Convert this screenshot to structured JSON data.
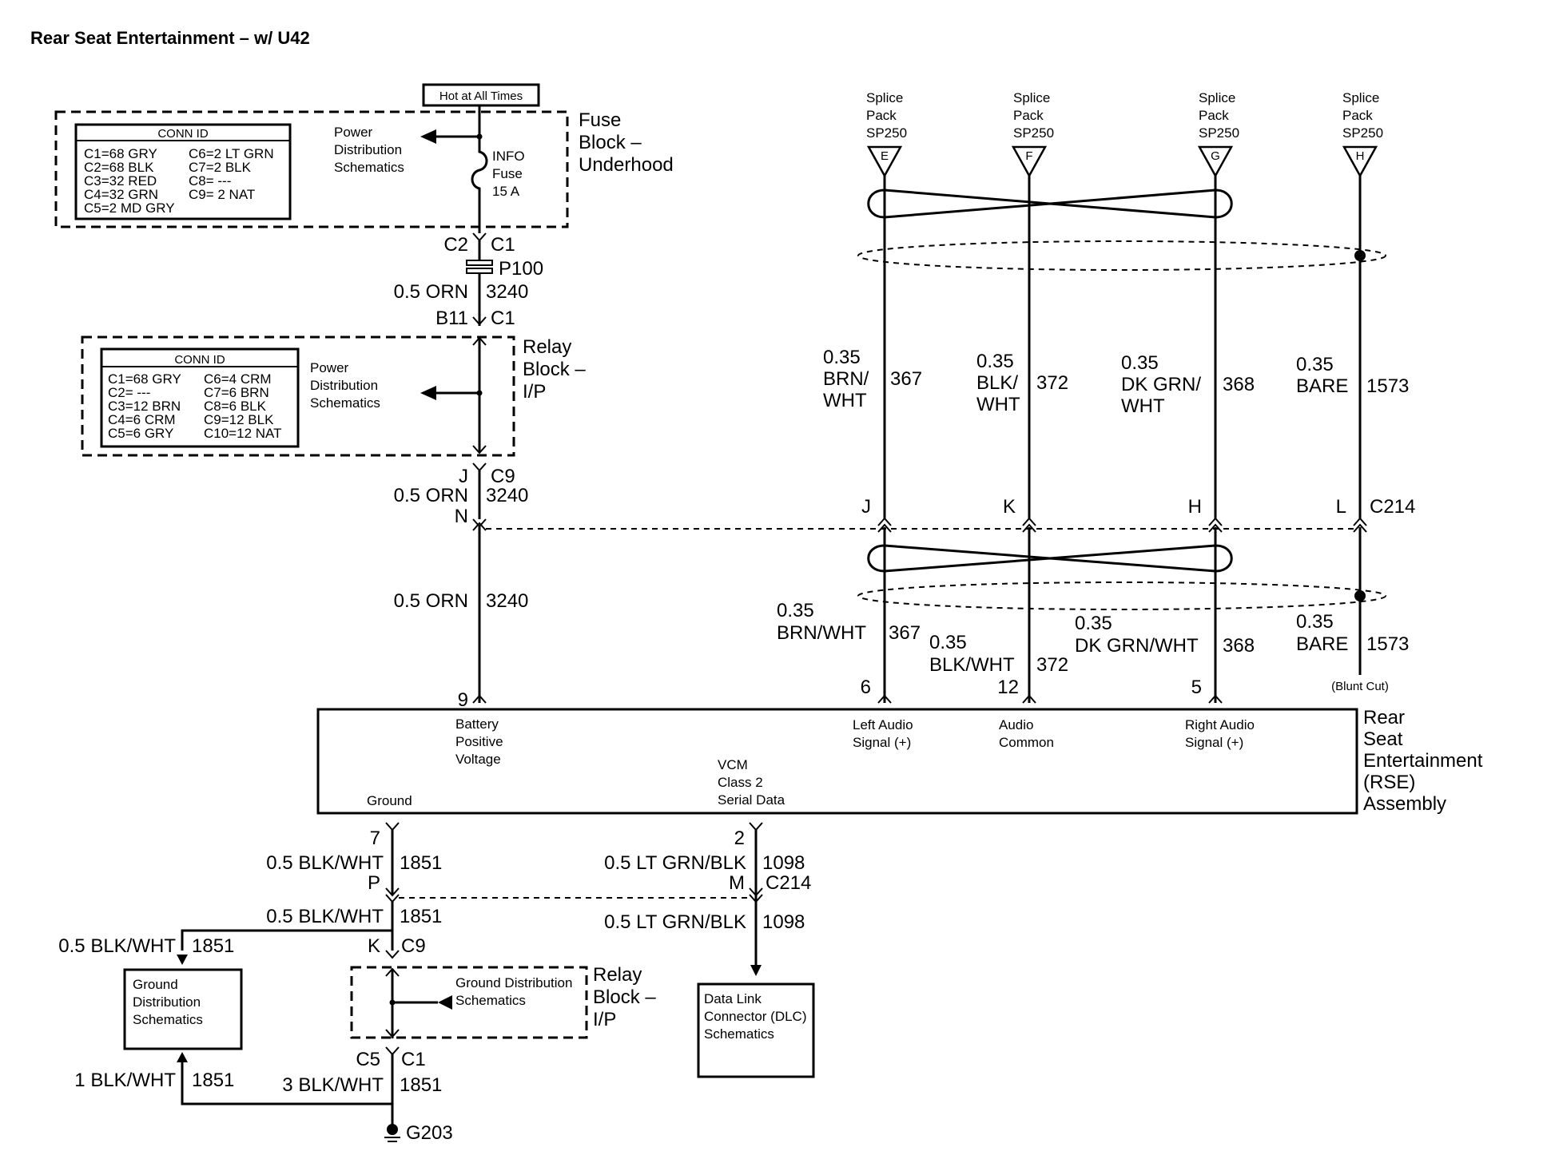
{
  "title": "Rear Seat Entertainment – w/ U42",
  "hot_label": "Hot at All Times",
  "fuse_block": {
    "label_lines": [
      "Fuse",
      "Block –",
      "Underhood"
    ],
    "conn_id_header": "CONN ID",
    "conn_id_left": [
      "C1=68 GRY",
      "C2=68 BLK",
      "C3=32 RED",
      "C4=32 GRN",
      "C5=2 MD GRY"
    ],
    "conn_id_right": [
      "C6=2 LT GRN",
      "C7=2 BLK",
      "C8= ---",
      "C9= 2 NAT"
    ],
    "power_dist": [
      "Power",
      "Distribution",
      "Schematics"
    ],
    "fuse": [
      "INFO",
      "Fuse",
      "15 A"
    ]
  },
  "p100": {
    "left": "C2",
    "right": "C1",
    "name": "P100"
  },
  "wire_orn_1": {
    "gauge": "0.5 ORN",
    "circuit": "3240"
  },
  "relay_conn_1": {
    "left": "B11",
    "right": "C1"
  },
  "relay_block": {
    "label_lines": [
      "Relay",
      "Block –",
      "I/P"
    ],
    "conn_id_header": "CONN ID",
    "conn_id_left": [
      "C1=68 GRY",
      "C2= ---",
      "C3=12 BRN",
      "C4=6 CRM",
      "C5=6 GRY"
    ],
    "conn_id_right": [
      "C6=4 CRM",
      "C7=6 BRN",
      "C8=6 BLK",
      "C9=12 BLK",
      "C10=12 NAT"
    ],
    "power_dist": [
      "Power",
      "Distribution",
      "Schematics"
    ]
  },
  "relay_conn_2": {
    "left": "J",
    "right": "C9"
  },
  "wire_orn_2": {
    "gauge": "0.5 ORN",
    "circuit": "3240"
  },
  "c214_orn_pin": "N",
  "wire_orn_3": {
    "gauge": "0.5 ORN",
    "circuit": "3240"
  },
  "rse_pin_9": "9",
  "splices": [
    {
      "lines": [
        "Splice",
        "Pack",
        "SP250"
      ],
      "pin": "E"
    },
    {
      "lines": [
        "Splice",
        "Pack",
        "SP250"
      ],
      "pin": "F"
    },
    {
      "lines": [
        "Splice",
        "Pack",
        "SP250"
      ],
      "pin": "G"
    },
    {
      "lines": [
        "Splice",
        "Pack",
        "SP250"
      ],
      "pin": "H"
    }
  ],
  "upper_wires": [
    {
      "lines": [
        "0.35",
        "BRN/",
        "WHT"
      ],
      "circuit": "367"
    },
    {
      "lines": [
        "0.35",
        "BLK/",
        "WHT"
      ],
      "circuit": "372"
    },
    {
      "lines": [
        "0.35",
        "DK GRN/",
        "WHT"
      ],
      "circuit": "368"
    },
    {
      "lines": [
        "0.35",
        "BARE"
      ],
      "circuit": "1573"
    }
  ],
  "c214_pins": [
    "J",
    "K",
    "H",
    "L"
  ],
  "c214_name": "C214",
  "lower_wires": [
    {
      "lines": [
        "0.35",
        "BRN/WHT"
      ],
      "circuit": "367"
    },
    {
      "lines": [
        "0.35",
        "BLK/WHT"
      ],
      "circuit": "372"
    },
    {
      "lines": [
        "0.35",
        "DK GRN/WHT"
      ],
      "circuit": "368"
    },
    {
      "lines": [
        "0.35",
        "BARE"
      ],
      "circuit": "1573"
    }
  ],
  "rse_pins_top": [
    "6",
    "12",
    "5"
  ],
  "blunt_cut": "(Blunt Cut)",
  "rse": {
    "name_lines": [
      "Rear",
      "Seat",
      "Entertainment",
      "(RSE)",
      "Assembly"
    ],
    "battery": [
      "Battery",
      "Positive",
      "Voltage"
    ],
    "left_audio": [
      "Left Audio",
      "Signal (+)"
    ],
    "audio_common": [
      "Audio",
      "Common"
    ],
    "right_audio": [
      "Right Audio",
      "Signal (+)"
    ],
    "vcm": [
      "VCM",
      "Class 2",
      "Serial Data"
    ],
    "ground": "Ground"
  },
  "rse_pin_7": "7",
  "rse_pin_2": "2",
  "ground_wire_1": {
    "gauge": "0.5 BLK/WHT",
    "circuit": "1851"
  },
  "c214_gnd_pin": "P",
  "ground_wire_2": {
    "gauge": "0.5 BLK/WHT",
    "circuit": "1851"
  },
  "ground_wire_3": {
    "gauge": "0.5 BLK/WHT",
    "circuit": "1851"
  },
  "relay_conn_3": {
    "left": "K",
    "right": "C9"
  },
  "ground_dist": [
    "Ground",
    "Distribution",
    "Schematics"
  ],
  "relay_gnd": {
    "text": [
      "Ground Distribution",
      "Schematics"
    ],
    "label_lines": [
      "Relay",
      "Block –",
      "I/P"
    ]
  },
  "relay_conn_4": {
    "left": "C5",
    "right": "C1"
  },
  "ground_wire_4": {
    "gauge": "1 BLK/WHT",
    "circuit": "1851"
  },
  "ground_wire_5": {
    "gauge": "3 BLK/WHT",
    "circuit": "1851"
  },
  "ground_point": "G203",
  "data_wire_1": {
    "gauge": "0.5 LT GRN/BLK",
    "circuit": "1098"
  },
  "c214_data": {
    "pin": "M",
    "name": "C214"
  },
  "data_wire_2": {
    "gauge": "0.5 LT GRN/BLK",
    "circuit": "1098"
  },
  "dlc": [
    "Data Link",
    "Connector (DLC)",
    "Schematics"
  ]
}
